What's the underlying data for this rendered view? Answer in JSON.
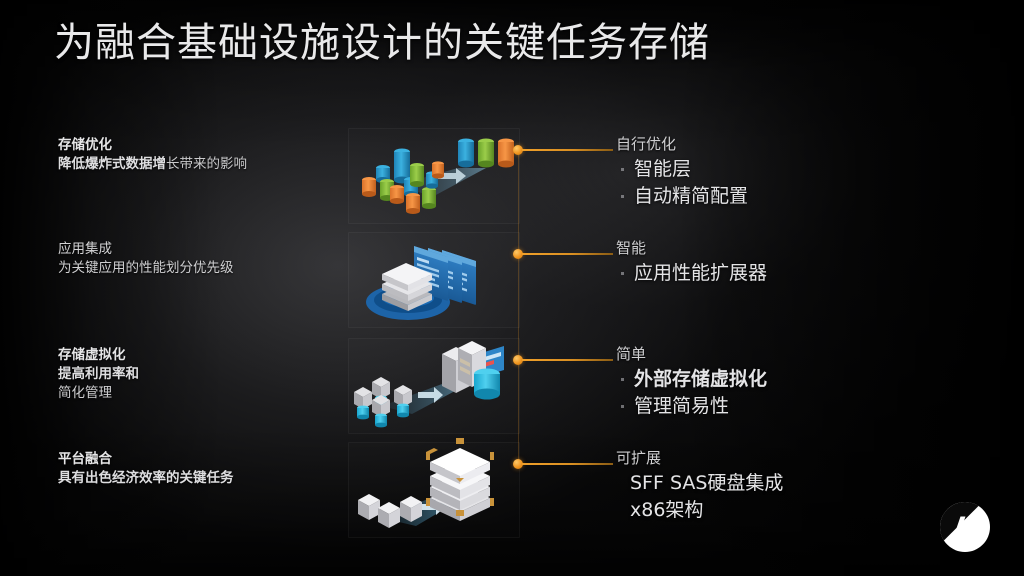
{
  "slide": {
    "title": "为融合基础设施设计的关键任务存储",
    "brand": "hp",
    "accent_color": "#f0951f",
    "background_color": "#050505",
    "text_color": "#e4e4e6"
  },
  "rows": [
    {
      "left": {
        "heading": "存储优化",
        "sub": "降低爆炸式数据增",
        "sub_tail": "长带来的影响",
        "heading_bold": true,
        "sub_bold": true
      },
      "illustration": "consolidation-colored-cylinders",
      "right": {
        "heading": "自行优化",
        "items": [
          {
            "label": "智能层",
            "bullet": true,
            "bold": false
          },
          {
            "label": "自动精简配置",
            "bullet": true,
            "bold": false
          }
        ]
      }
    },
    {
      "left": {
        "heading": "应用集成",
        "sub": "为关键应用的性能划分优先级",
        "sub_tail": "",
        "heading_bold": false,
        "sub_bold": false
      },
      "illustration": "server-stack-app-windows",
      "right": {
        "heading": "智能",
        "items": [
          {
            "label": "应用性能扩展器",
            "bullet": true,
            "bold": false
          }
        ]
      }
    },
    {
      "left": {
        "heading": "存储虚拟化",
        "sub": "提高利用率和",
        "sub_tail": "简化管理",
        "heading_bold": true,
        "sub_bold": true
      },
      "illustration": "storage-virtualization-nodes",
      "right": {
        "heading": "简单",
        "items": [
          {
            "label": "外部存储虚拟化",
            "bullet": true,
            "bold": true
          },
          {
            "label": "管理简易性",
            "bullet": true,
            "bold": false
          }
        ]
      }
    },
    {
      "left": {
        "heading": "平台融合",
        "sub": "具有出色经济效率的关键任务",
        "sub_tail": "",
        "heading_bold": true,
        "sub_bold": true
      },
      "illustration": "converged-platform-stack",
      "right": {
        "heading": "可扩展",
        "items": [
          {
            "label": "SFF SAS硬盘集成",
            "bullet": false,
            "bold": false
          },
          {
            "label": "x86架构",
            "bullet": false,
            "bold": false
          }
        ]
      }
    }
  ]
}
